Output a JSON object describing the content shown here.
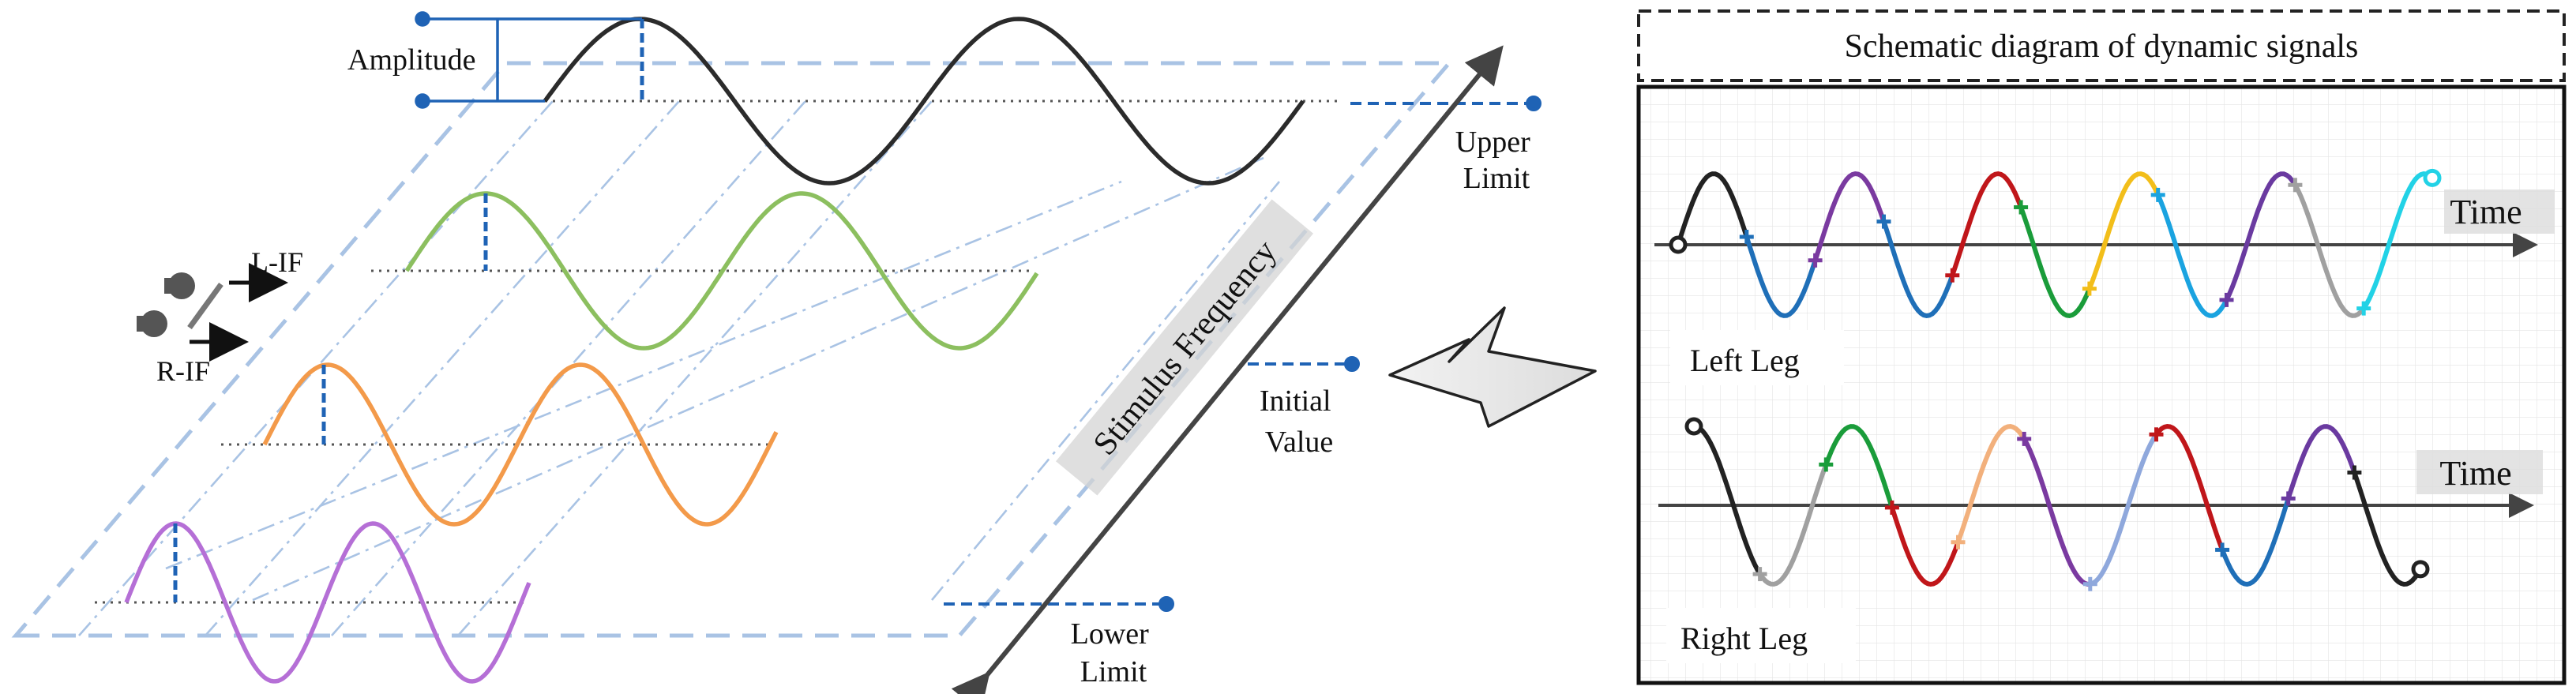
{
  "left_panel": {
    "amplitude_label": "Amplitude",
    "upper_limit_label": [
      "Upper",
      "Limit"
    ],
    "initial_value_label": [
      "Initial",
      "Value"
    ],
    "lower_limit_label": [
      "Lower",
      "Limit"
    ],
    "axis_label": "Stimulus Frequency",
    "l_if_label": "L-IF",
    "r_if_label": "R-IF",
    "wave_colors": [
      "#2b2b2b",
      "#8cbf5f",
      "#f39a4a",
      "#b56fd6"
    ]
  },
  "right_panel": {
    "title": "Schematic diagram of dynamic signals",
    "left_leg_label": "Left Leg",
    "right_leg_label": "Right Leg",
    "time_label": "Time",
    "left_leg_segment_colors": [
      "#222222",
      "#1f6fb8",
      "#7a3aa0",
      "#1f6fb8",
      "#c0161a",
      "#1a9c3a",
      "#f2be1a",
      "#1aa3e0",
      "#6a3aa0",
      "#a0a0a0",
      "#22d2e6"
    ],
    "right_leg_segment_colors": [
      "#222222",
      "#a0a0a0",
      "#1a9c3a",
      "#c0161a",
      "#f2b07c",
      "#7a3aa0",
      "#8fa8dc",
      "#c0161a",
      "#1f6fb8",
      "#6a3aa0",
      "#222222"
    ]
  },
  "accent": {
    "marker_blue": "#1f63b5",
    "plane_blue": "#a9c3e4",
    "grid": "#e4e4e4"
  }
}
